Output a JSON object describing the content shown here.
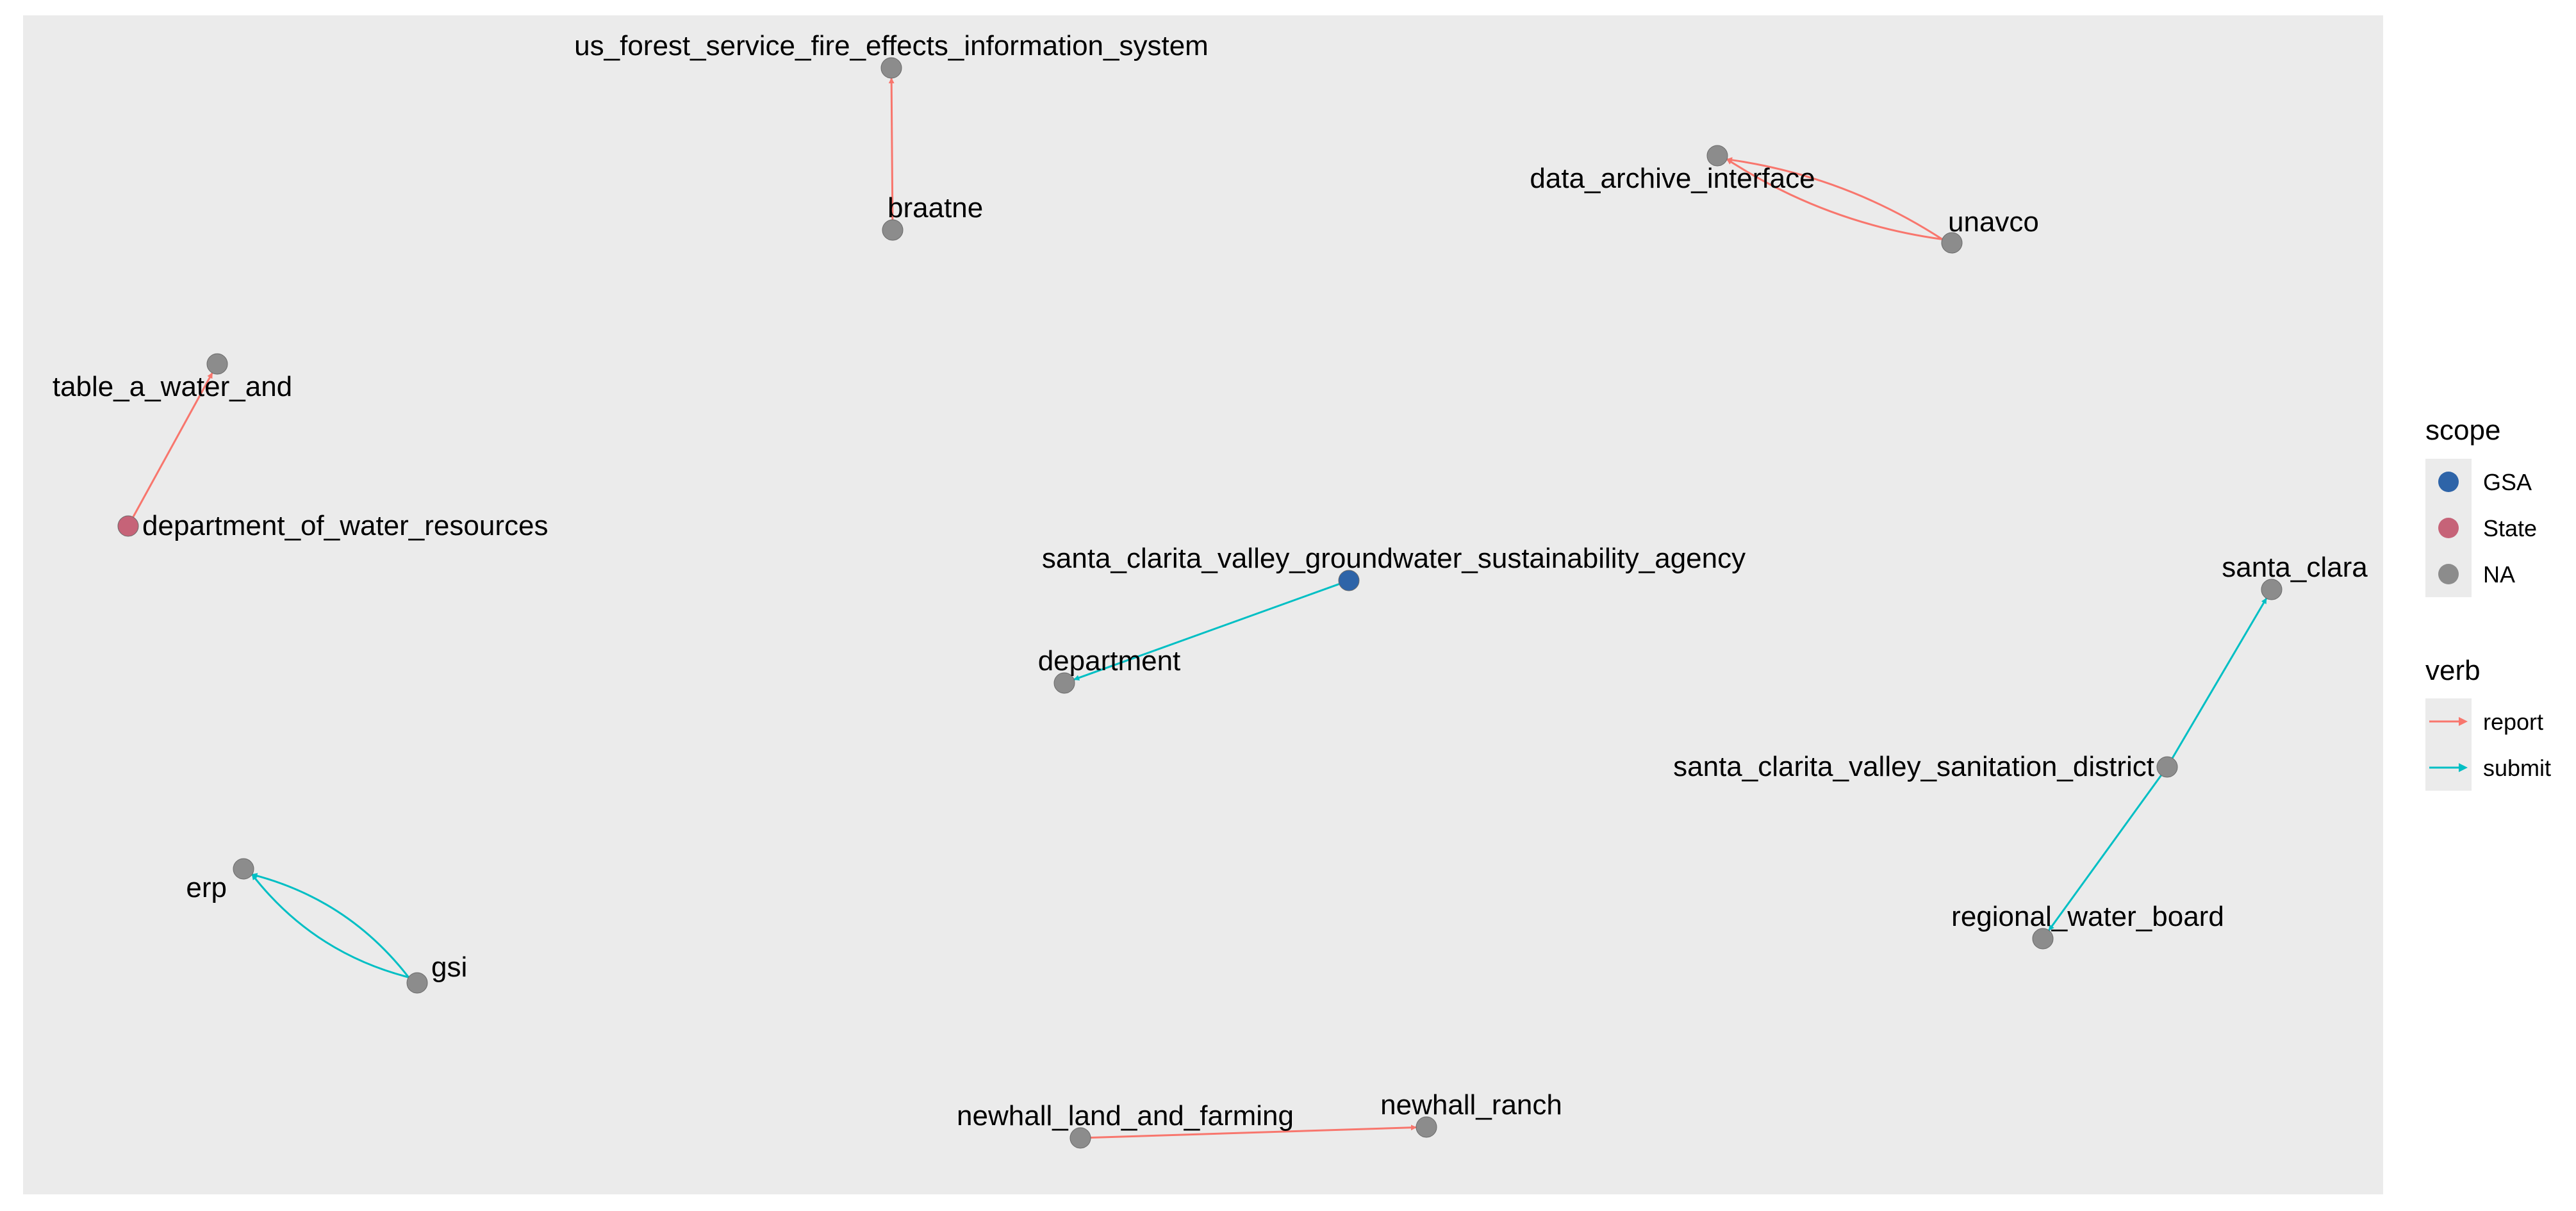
{
  "colors": {
    "panel": "#EBEBEB",
    "gsa": "#2E64A8",
    "state": "#C66378",
    "na": "#8C8C8C",
    "report": "#F8766D",
    "submit": "#00BFC4"
  },
  "legend": {
    "scope": {
      "title": "scope",
      "items": [
        {
          "label": "GSA",
          "color": "#2E64A8"
        },
        {
          "label": "State",
          "color": "#C66378"
        },
        {
          "label": "NA",
          "color": "#8C8C8C"
        }
      ]
    },
    "verb": {
      "title": "verb",
      "items": [
        {
          "label": "report",
          "color": "#F8766D"
        },
        {
          "label": "submit",
          "color": "#00BFC4"
        }
      ]
    }
  },
  "nodes": [
    {
      "id": "us_forest_service_fire_effects_information_system",
      "label": "us_forest_service_fire_effects_information_system",
      "scope": "NA"
    },
    {
      "id": "braatne",
      "label": "braatne",
      "scope": "NA"
    },
    {
      "id": "data_archive_interface",
      "label": "data_archive_interface",
      "scope": "NA"
    },
    {
      "id": "unavco",
      "label": "unavco",
      "scope": "NA"
    },
    {
      "id": "table_a_water_and",
      "label": "table_a_water_and",
      "scope": "NA"
    },
    {
      "id": "department_of_water_resources",
      "label": "department_of_water_resources",
      "scope": "State"
    },
    {
      "id": "santa_clarita_valley_groundwater_sustainability_agency",
      "label": "santa_clarita_valley_groundwater_sustainability_agency",
      "scope": "GSA"
    },
    {
      "id": "department",
      "label": "department",
      "scope": "NA"
    },
    {
      "id": "santa_clara",
      "label": "santa_clara",
      "scope": "NA"
    },
    {
      "id": "santa_clarita_valley_sanitation_district",
      "label": "santa_clarita_valley_sanitation_district",
      "scope": "NA"
    },
    {
      "id": "regional_water_board",
      "label": "regional_water_board",
      "scope": "NA"
    },
    {
      "id": "erp",
      "label": "erp",
      "scope": "NA"
    },
    {
      "id": "gsi",
      "label": "gsi",
      "scope": "NA"
    },
    {
      "id": "newhall_land_and_farming",
      "label": "newhall_land_and_farming",
      "scope": "NA"
    },
    {
      "id": "newhall_ranch",
      "label": "newhall_ranch",
      "scope": "NA"
    }
  ],
  "edges": [
    {
      "from": "braatne",
      "to": "us_forest_service_fire_effects_information_system",
      "verb": "report"
    },
    {
      "from": "unavco",
      "to": "data_archive_interface",
      "verb": "report"
    },
    {
      "from": "unavco",
      "to": "data_archive_interface",
      "verb": "report"
    },
    {
      "from": "department_of_water_resources",
      "to": "table_a_water_and",
      "verb": "report"
    },
    {
      "from": "santa_clarita_valley_groundwater_sustainability_agency",
      "to": "department",
      "verb": "submit"
    },
    {
      "from": "santa_clarita_valley_sanitation_district",
      "to": "santa_clara",
      "verb": "submit"
    },
    {
      "from": "santa_clarita_valley_sanitation_district",
      "to": "regional_water_board",
      "verb": "submit"
    },
    {
      "from": "gsi",
      "to": "erp",
      "verb": "submit"
    },
    {
      "from": "gsi",
      "to": "erp",
      "verb": "submit"
    },
    {
      "from": "newhall_land_and_farming",
      "to": "newhall_ranch",
      "verb": "report"
    }
  ]
}
